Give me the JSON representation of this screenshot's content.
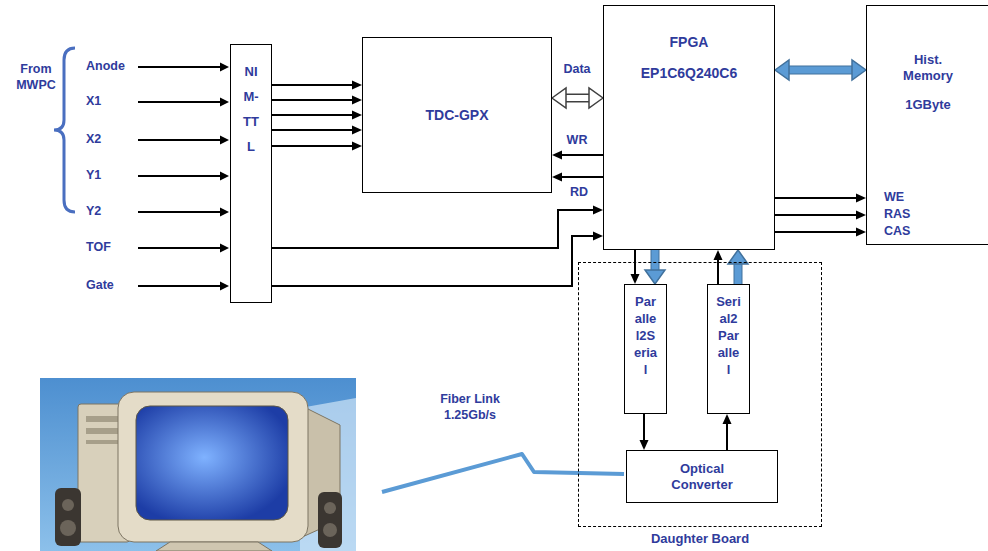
{
  "diagram": {
    "nodes": [
      {
        "text": [
          "NI M- TT L"
        ]
      },
      {
        "text": [
          "TDC-GPX"
        ]
      },
      {
        "text": [
          "FPGA",
          "EP1C6Q240C6"
        ]
      },
      {
        "text": [
          "Hist. Memory",
          "1GByte"
        ]
      },
      {
        "text": [
          "Daughter Board"
        ]
      },
      {
        "text": [
          "Par alle l2S eria l"
        ],
        "in": 4
      },
      {
        "text": [
          "Seri al2 Par alle l"
        ],
        "in": 4
      },
      {
        "text": [
          "Optical Converter"
        ],
        "in": 4
      }
    ],
    "edges": [
      {
        "from": 0,
        "to": 1,
        "arrow": "to"
      },
      {
        "from": 0,
        "to": 1,
        "arrow": "to"
      },
      {
        "from": 0,
        "to": 1,
        "arrow": "to"
      },
      {
        "from": 0,
        "to": 1,
        "arrow": "to"
      },
      {
        "from": 0,
        "to": 1,
        "arrow": "to"
      },
      {
        "from": 1,
        "to": 2,
        "label": "Data",
        "arrow": "both"
      },
      {
        "from": 2,
        "to": 1,
        "label": "WR",
        "arrow": "to"
      },
      {
        "from": 2,
        "to": 1,
        "label": "RD",
        "arrow": "to"
      },
      {
        "from": 0,
        "to": 2,
        "arrow": "to"
      },
      {
        "from": 0,
        "to": 2,
        "arrow": "to"
      },
      {
        "from": 2,
        "to": 3,
        "arrow": "both"
      },
      {
        "from": 2,
        "to": 3,
        "arrow": "to"
      },
      {
        "from": 2,
        "to": 3,
        "arrow": "to"
      },
      {
        "from": 2,
        "to": 3,
        "arrow": "to"
      },
      {
        "from": 2,
        "to": 5,
        "arrow": "to"
      },
      {
        "from": 2,
        "to": 5,
        "arrow": "to"
      },
      {
        "from": 6,
        "to": 2,
        "arrow": "to"
      },
      {
        "from": 6,
        "to": 2,
        "arrow": "to"
      },
      {
        "from": 5,
        "to": 7,
        "arrow": "to"
      },
      {
        "from": 7,
        "to": 6,
        "arrow": "to"
      }
    ],
    "labels": [
      "From MWPC",
      "Anode",
      "X1",
      "X2",
      "Y1",
      "Y2",
      "TOF",
      "Gate",
      "WE",
      "RAS",
      "CAS",
      "Fiber Link 1.25Gb/s"
    ]
  }
}
